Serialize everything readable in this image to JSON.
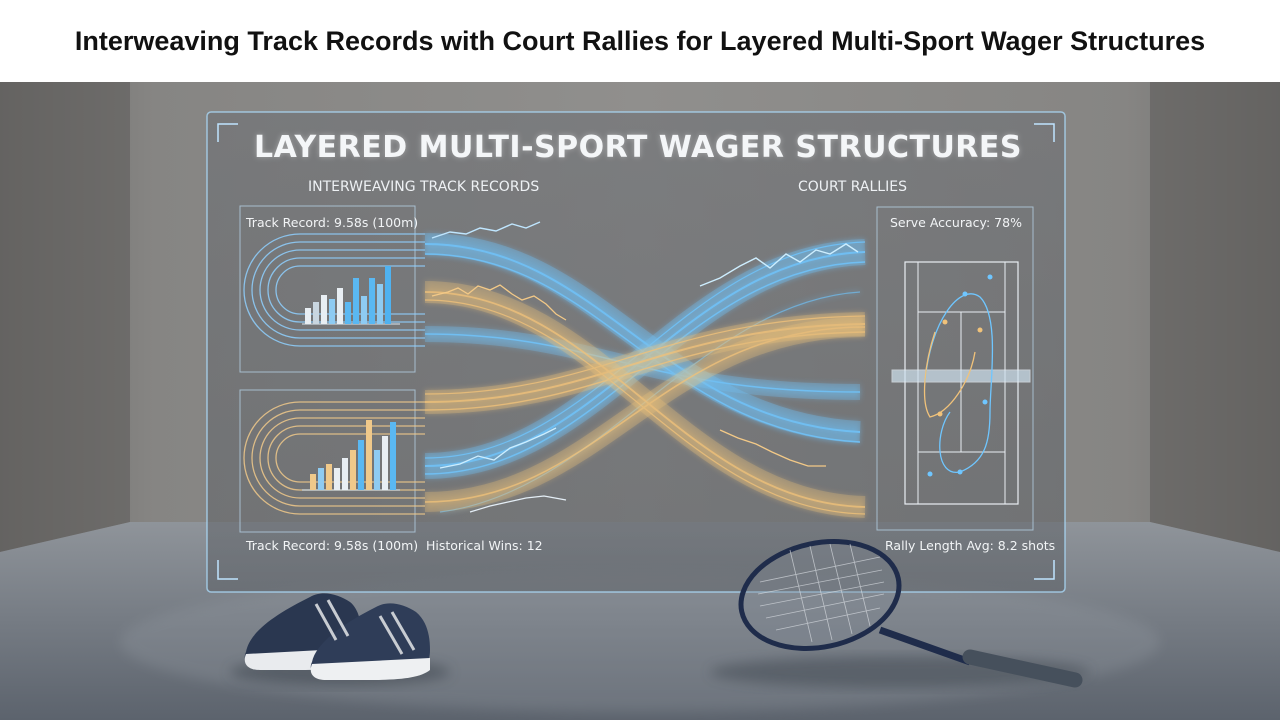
{
  "header": {
    "title": "Interweaving Track Records with Court Rallies for Layered Multi-Sport Wager Structures"
  },
  "panel": {
    "title": "LAYERED MULTI-SPORT WAGER STRUCTURES",
    "left_subtitle": "INTERWEAVING TRACK RECORDS",
    "right_subtitle": "COURT RALLIES"
  },
  "stats": {
    "track_record_top": "Track Record: 9.58s (100m)",
    "track_record_bottom": "Track Record: 9.58s (100m)",
    "historical_wins": "Historical Wins: 12",
    "serve_accuracy": "Serve Accuracy: 78%",
    "rally_length": "Rally Length Avg: 8.2 shots"
  },
  "colors": {
    "blue_stream": "#6fc6ff",
    "gold_stream": "#f0c27a",
    "room_wall": "#8a8a88",
    "floor": "#6f7781"
  },
  "icons": [
    "running-shoes-icon",
    "tennis-racket-icon",
    "running-track-icon",
    "tennis-court-icon"
  ]
}
